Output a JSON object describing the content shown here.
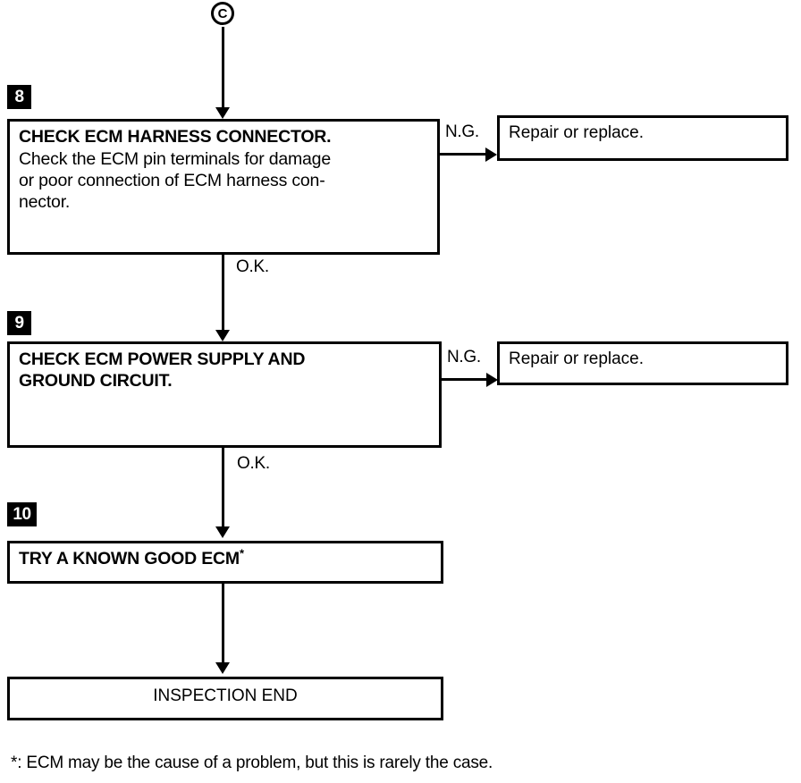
{
  "diagram": {
    "type": "flowchart",
    "title": "ECM diagnostic flowchart (steps 8-10)",
    "entry_connector": {
      "label": "C",
      "name": "off-page-connector-c"
    },
    "steps": [
      {
        "number": "8",
        "badge": "8",
        "title": "CHECK ECM HARNESS CONNECTOR.",
        "body": [
          "Check the ECM pin terminals for damage",
          "or poor connection of ECM harness con-",
          "nector."
        ],
        "fail_label": "N.G.",
        "pass_label": "O.K.",
        "fail_target": "Repair or replace."
      },
      {
        "number": "9",
        "badge": "9",
        "title_lines": [
          "CHECK ECM POWER SUPPLY AND",
          "GROUND CIRCUIT."
        ],
        "fail_label": "N.G.",
        "pass_label": "O.K.",
        "fail_target": "Repair or replace."
      },
      {
        "number": "10",
        "badge": "10",
        "title": "TRY A KNOWN GOOD ECM",
        "title_footnote_marker": "*"
      }
    ],
    "terminator": {
      "label": "INSPECTION END"
    },
    "footnote": "*: ECM may be the cause of a problem, but this is rarely the case.",
    "colors": {
      "ink": "#000000",
      "paper": "#ffffff"
    }
  }
}
